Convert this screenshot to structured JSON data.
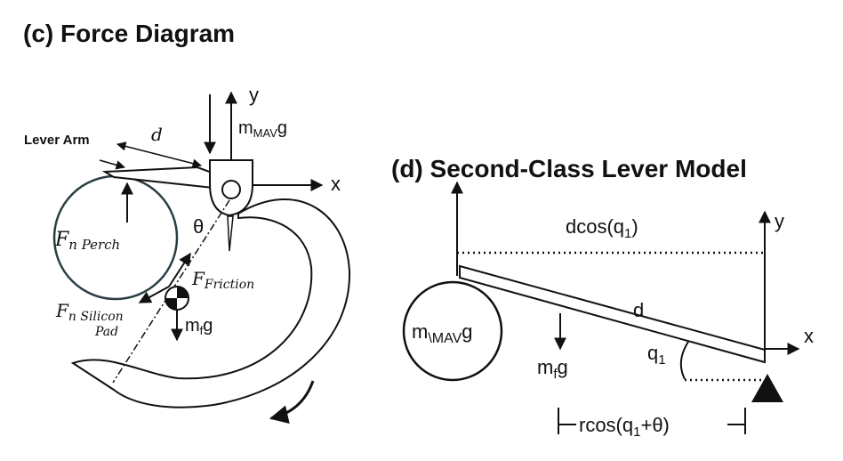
{
  "panel_c": {
    "title": "(c) Force Diagram",
    "lever_arm": "Lever Arm",
    "d": "d",
    "y_axis": "y",
    "x_axis": "x",
    "weight_m": "m",
    "weight_sub": "MAV",
    "weight_g": "g",
    "theta": "θ",
    "fn_perch_main": "F",
    "fn_perch_sub": "n Perch",
    "friction_main": "F",
    "friction_sub": "Friction",
    "fn_pad_main": "F",
    "fn_pad_sub1": "n Silicon",
    "fn_pad_sub2": "Pad",
    "mf_m": "m",
    "mf_sub": "f",
    "mf_g": "g"
  },
  "panel_d": {
    "title": "(d) Second-Class Lever Model",
    "dcos_main": "dcos(q",
    "dcos_sub": "1",
    "dcos_end": ")",
    "y_axis": "y",
    "x_axis": "x",
    "d": "d",
    "mass_m": "m",
    "mass_sub": "\\MAV",
    "mass_g": "g",
    "mf_m": "m",
    "mf_sub": "f",
    "mf_g": "g",
    "q1_main": "q",
    "q1_sub": "1",
    "rcos_main": "rcos(q",
    "rcos_sub": "1",
    "rcos_end": "+θ)"
  }
}
